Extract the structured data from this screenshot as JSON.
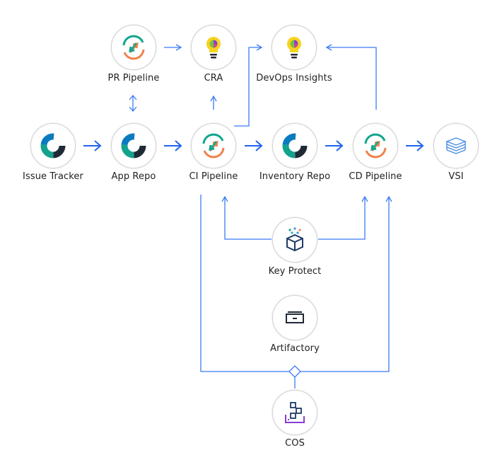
{
  "nodes": {
    "issue_tracker": "Issue Tracker",
    "app_repo": "App Repo",
    "ci_pipeline": "CI Pipeline",
    "inventory_repo": "Inventory Repo",
    "cd_pipeline": "CD Pipeline",
    "vsi": "VSI",
    "pr_pipeline": "PR Pipeline",
    "cra": "CRA",
    "devops_insights": "DevOps Insights",
    "key_protect": "Key Protect",
    "artifactory": "Artifactory",
    "cos": "COS"
  },
  "colors": {
    "flow_arrow": "#1f63f0",
    "line": "#3a7bf5",
    "teal": "#12a58e",
    "orange": "#f0824a",
    "dark": "#1f2a36"
  }
}
